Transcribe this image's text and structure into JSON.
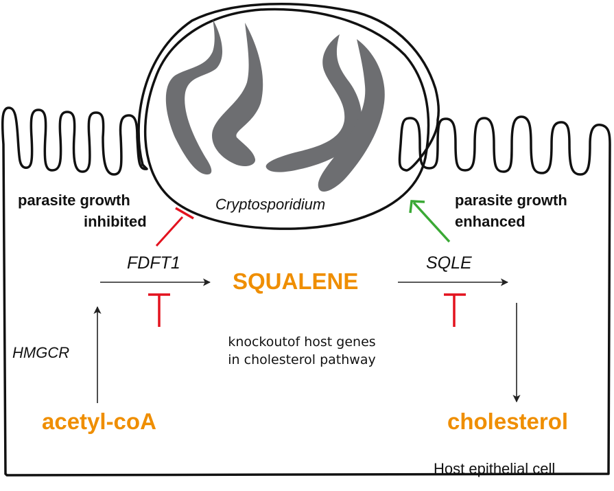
{
  "colors": {
    "metabolite": "#ef8e00",
    "inhibit": "#e3121e",
    "enhance": "#3aa935",
    "parasite_fill": "#6d6e71",
    "outline": "#111111"
  },
  "parasite": {
    "name": "Cryptosporidium",
    "sporozoite_count": 4
  },
  "effects": {
    "inhibited": {
      "line1": "parasite growth",
      "line2": "inhibited"
    },
    "enhanced": {
      "line1": "parasite growth",
      "line2": "enhanced"
    }
  },
  "pathway": {
    "genes": {
      "hmgcr": "HMGCR",
      "fdft1": "FDFT1",
      "sqle": "SQLE"
    },
    "metabolites": {
      "start": "acetyl-coA",
      "middle": "SQUALENE",
      "end": "cholesterol"
    }
  },
  "note": {
    "line1": "knockoutof host genes",
    "line2": "in cholesterol pathway"
  },
  "cell_label": "Host epithelial cell"
}
